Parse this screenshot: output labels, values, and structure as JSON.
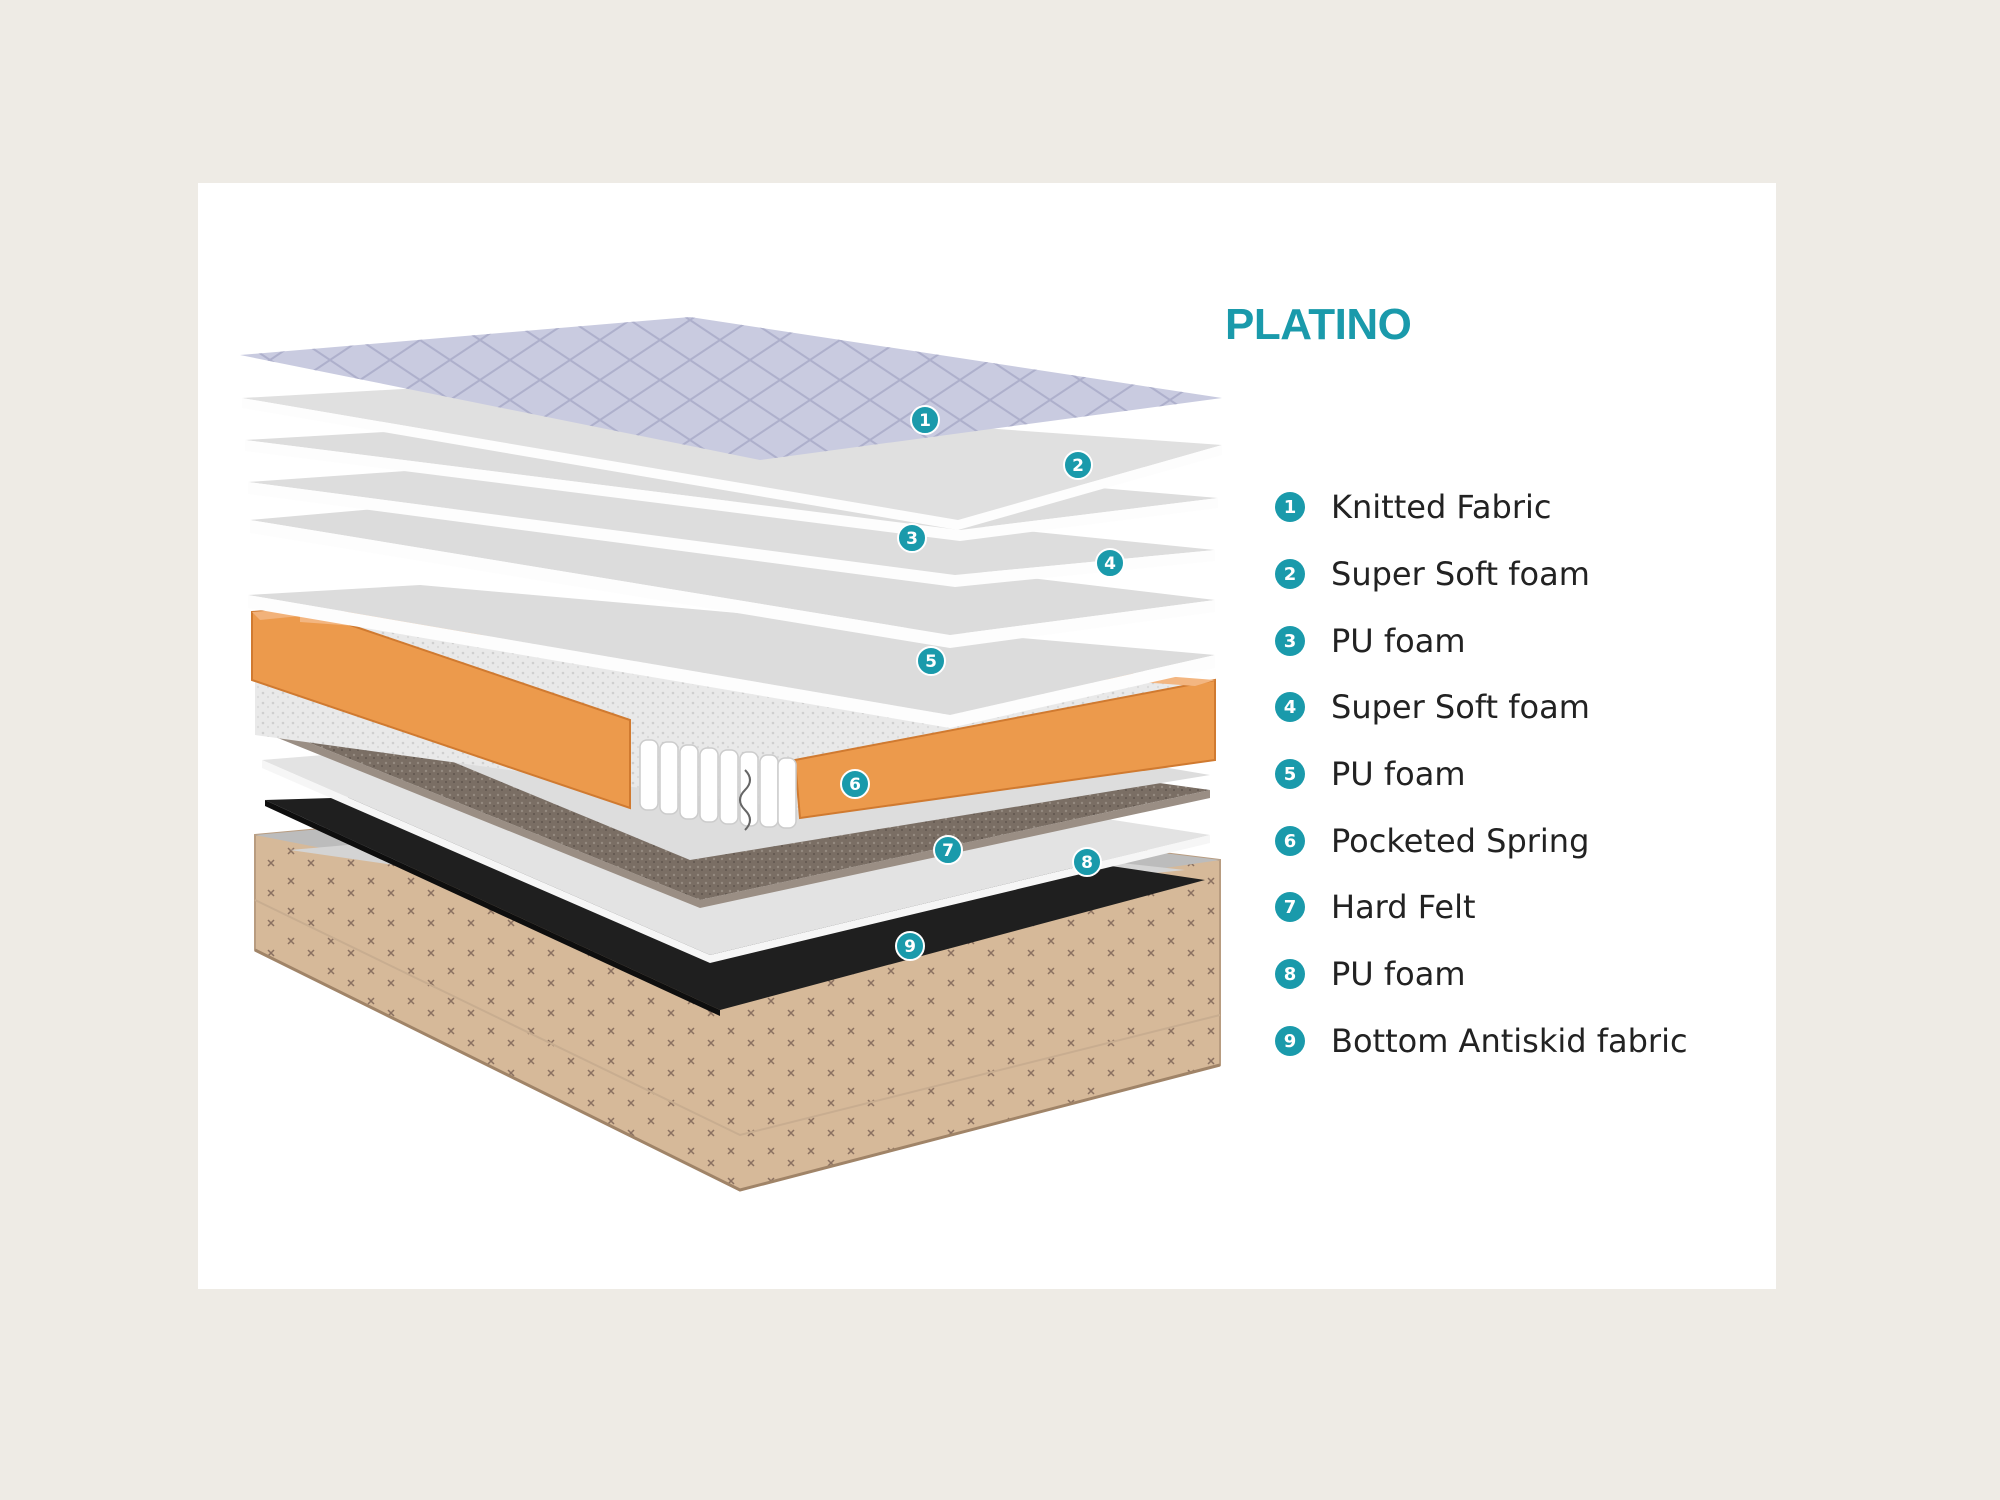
{
  "title": "PLATINO",
  "colors": {
    "accent": "#1a9aab",
    "background": "#eeebe5",
    "card": "#ffffff",
    "foam": "#e3e3e3",
    "knitted_fabric": "#c9cbe0",
    "pocketed_spring_frame": "#ec9a4c",
    "hard_felt": "#7a6e64",
    "antiskid": "#222222",
    "base_fabric": "#d2b595"
  },
  "layers": [
    {
      "number": "1",
      "label": "Knitted Fabric"
    },
    {
      "number": "2",
      "label": "Super Soft foam"
    },
    {
      "number": "3",
      "label": "PU foam"
    },
    {
      "number": "4",
      "label": "Super Soft foam"
    },
    {
      "number": "5",
      "label": "PU foam"
    },
    {
      "number": "6",
      "label": "Pocketed Spring"
    },
    {
      "number": "7",
      "label": "Hard Felt"
    },
    {
      "number": "8",
      "label": "PU foam"
    },
    {
      "number": "9",
      "label": "Bottom Antiskid fabric"
    }
  ]
}
